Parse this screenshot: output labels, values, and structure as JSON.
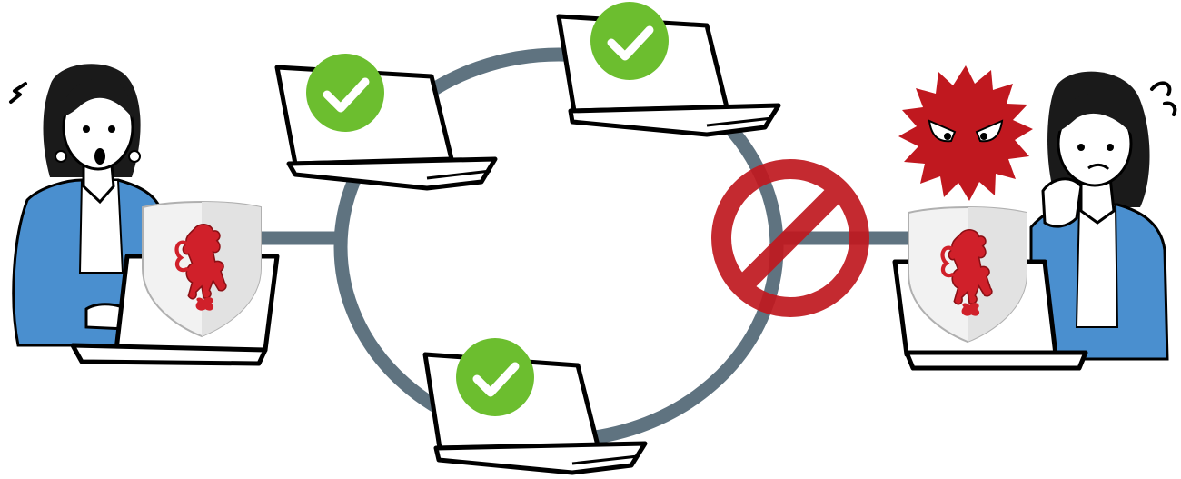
{
  "diagram": {
    "colors": {
      "network_line": "#5f7380",
      "check_green": "#6cbe2f",
      "block_red": "#c0181f",
      "virus_red": "#c0181f",
      "shield_lion_red": "#d0202a",
      "jacket_blue": "#4a8fcf",
      "outline": "#000000"
    },
    "nodes": [
      {
        "id": "laptop-top-left",
        "status": "trusted",
        "icon": "check-icon"
      },
      {
        "id": "laptop-top-right",
        "status": "trusted",
        "icon": "check-icon"
      },
      {
        "id": "laptop-bottom",
        "status": "trusted",
        "icon": "check-icon"
      }
    ],
    "left_user": {
      "state": "surprised",
      "device": "protected-laptop",
      "badge": "lion-shield-icon"
    },
    "right_user": {
      "state": "worried",
      "device": "protected-laptop",
      "badge": "lion-shield-icon",
      "threat": "virus-icon",
      "connection": "blocked",
      "block_icon": "prohibited-icon"
    }
  }
}
